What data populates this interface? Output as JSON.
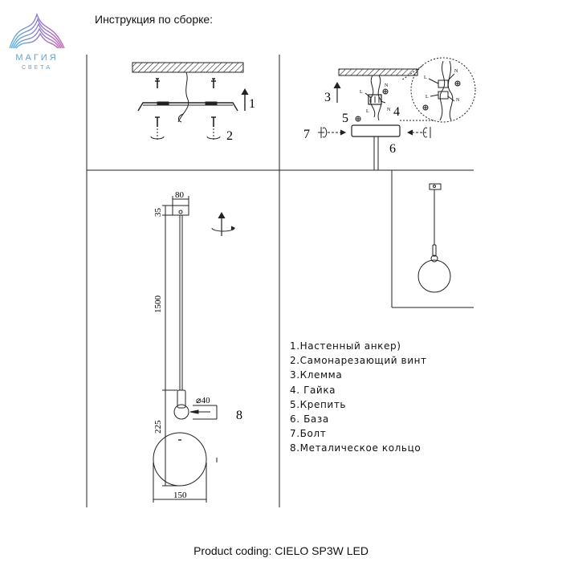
{
  "header": {
    "title": "Инструкция по сборке:"
  },
  "logo": {
    "word": "МАГИЯ",
    "sub": "СВЕТА"
  },
  "steps": {
    "s1": "1",
    "s2": "2",
    "s3": "3",
    "s4": "4",
    "s5": "5",
    "s6": "6",
    "s7": "7",
    "s8": "8"
  },
  "wiring": {
    "n": "N",
    "l": "L"
  },
  "dimensions": {
    "canopy_width": "80",
    "canopy_height": "35",
    "cable_length": "1500",
    "ring_diameter": "⌀40",
    "shade_drop": "225",
    "shade_width": "150"
  },
  "legend": [
    "1.Настенный анкер)",
    "2.Самонарезающий винт",
    "3.Клемма",
    "4.  Гайка",
    "5.Крепить",
    "6.  База",
    "7.Болт",
    "8.Металическое кольцо"
  ],
  "footer": {
    "product_code": "Product coding: CIELO SP3W LED"
  },
  "colors": {
    "line": "#222222",
    "logo": "#6aa0c8",
    "logo_accent": "#b15fb8"
  }
}
